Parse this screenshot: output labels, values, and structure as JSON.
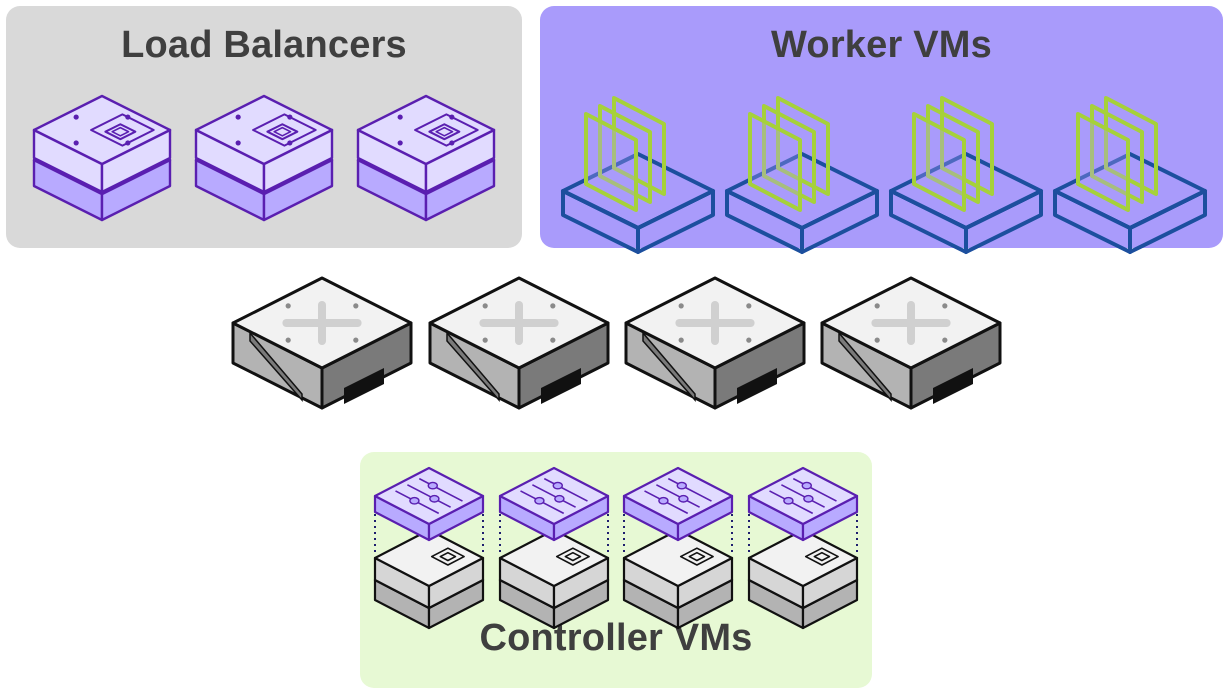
{
  "colors": {
    "load_balancer_panel": "#d9d9d9",
    "worker_panel": "#a99bfb",
    "controller_panel": "#e7f9d4",
    "purple_light": "#e1dbff",
    "purple_mid": "#b8aaff",
    "purple_outline": "#5a1fb0",
    "lime": "#a6d13a",
    "blue": "#1c4f9e",
    "gray_light": "#f2f2f2",
    "gray_mid": "#b3b3b3",
    "gray_dark": "#7a7a7a",
    "black": "#111111"
  },
  "panels": {
    "load_balancers": {
      "title": "Load Balancers",
      "items": [
        {
          "icon": "load-balancer-icon"
        },
        {
          "icon": "load-balancer-icon"
        },
        {
          "icon": "load-balancer-icon"
        }
      ]
    },
    "workers": {
      "title": "Worker VMs",
      "items": [
        {
          "icon": "worker-vm-icon"
        },
        {
          "icon": "worker-vm-icon"
        },
        {
          "icon": "worker-vm-icon"
        },
        {
          "icon": "worker-vm-icon"
        }
      ]
    },
    "controllers": {
      "title": "Controller VMs",
      "items": [
        {
          "icon": "controller-vm-icon"
        },
        {
          "icon": "controller-vm-icon"
        },
        {
          "icon": "controller-vm-icon"
        },
        {
          "icon": "controller-vm-icon"
        }
      ]
    }
  },
  "hosts": {
    "items": [
      {
        "icon": "hypervisor-host-icon"
      },
      {
        "icon": "hypervisor-host-icon"
      },
      {
        "icon": "hypervisor-host-icon"
      },
      {
        "icon": "hypervisor-host-icon"
      }
    ]
  }
}
